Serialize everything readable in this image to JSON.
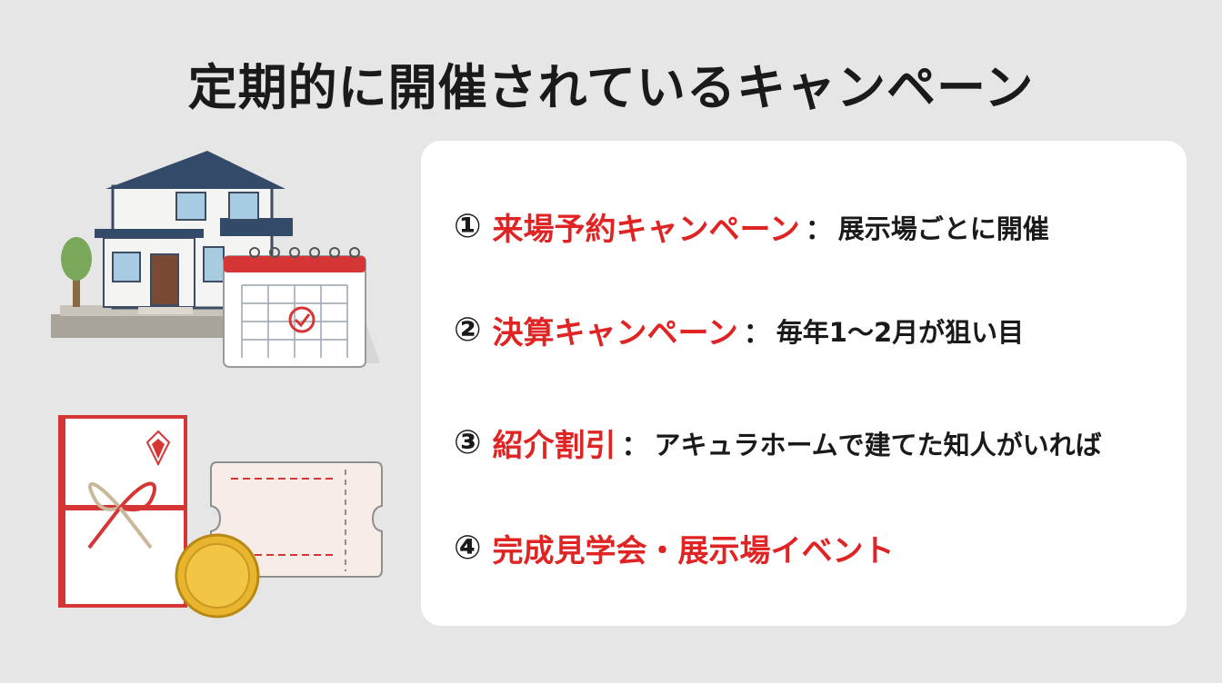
{
  "title": "定期的に開催されているキャンペーン",
  "campaigns": [
    {
      "num": "①",
      "name": "来場予約キャンペーン",
      "sep": "：",
      "desc": "展示場ごとに開催"
    },
    {
      "num": "②",
      "name": "決算キャンペーン",
      "sep": "：",
      "desc": "毎年1〜2月が狙い目"
    },
    {
      "num": "③",
      "name": "紹介割引",
      "sep": "：",
      "desc": "アキュラホームで建てた知人がいれば"
    },
    {
      "num": "④",
      "name": "完成見学会・展示場イベント",
      "sep": "",
      "desc": ""
    }
  ],
  "colors": {
    "accent": "#e02424",
    "text": "#1a1a1a",
    "background": "#e6e6e6",
    "card": "#ffffff"
  },
  "icons": [
    "house-icon",
    "calendar-icon",
    "gift-envelope-icon",
    "ticket-icon",
    "coin-icon"
  ]
}
